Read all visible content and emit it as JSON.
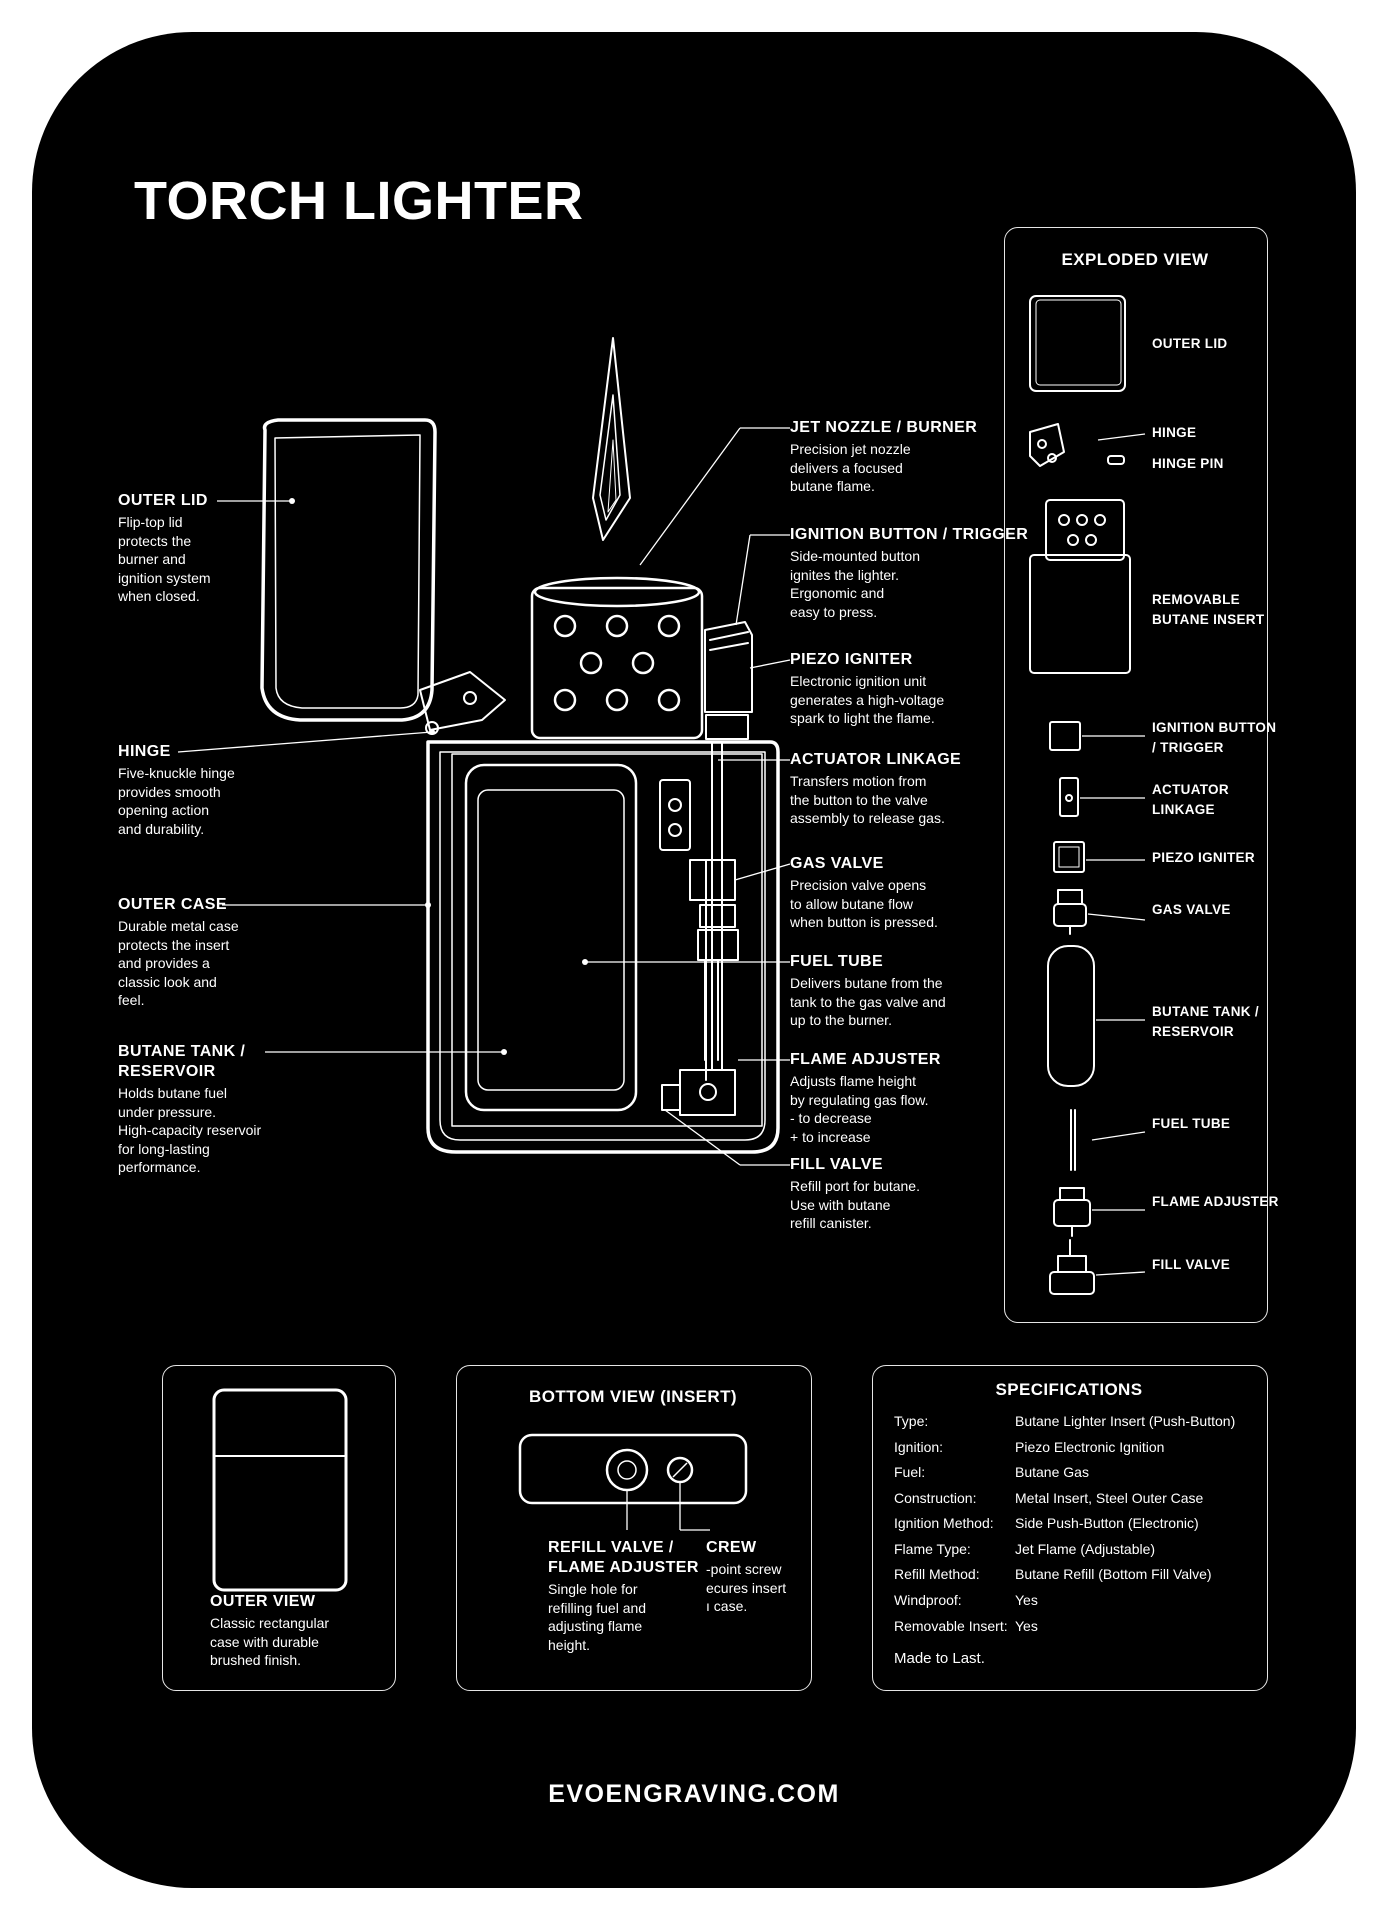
{
  "title": "TORCH LIGHTER",
  "callouts": [
    {
      "title": "OUTER LID",
      "desc": "Flip-top lid\nprotects the\nburner and\nignition system\nwhen closed."
    },
    {
      "title": "HINGE",
      "desc": "Five-knuckle hinge\nprovides smooth\nopening action\nand durability."
    },
    {
      "title": "OUTER CASE",
      "desc": "Durable metal case\nprotects the insert\nand provides a\nclassic look and\nfeel."
    },
    {
      "title": "BUTANE TANK /\nRESERVOIR",
      "desc": "Holds butane fuel\nunder pressure.\nHigh-capacity reservoir\nfor long-lasting\nperformance."
    },
    {
      "title": "JET NOZZLE / BURNER",
      "desc": "Precision jet nozzle\ndelivers a focused\nbutane flame."
    },
    {
      "title": "IGNITION BUTTON / TRIGGER",
      "desc": "Side-mounted button\nignites the lighter.\nErgonomic and\neasy to press."
    },
    {
      "title": "PIEZO IGNITER",
      "desc": "Electronic ignition unit\ngenerates a high-voltage\nspark to light the flame."
    },
    {
      "title": "ACTUATOR LINKAGE",
      "desc": "Transfers motion from\nthe button to the valve\nassembly to release gas."
    },
    {
      "title": "GAS VALVE",
      "desc": "Precision valve opens\nto allow butane flow\nwhen button is pressed."
    },
    {
      "title": "FUEL TUBE",
      "desc": "Delivers butane from the\ntank to the gas valve and\nup to the burner."
    },
    {
      "title": "FLAME ADJUSTER",
      "desc": "Adjusts flame height\nby regulating gas flow.\n- to decrease\n+ to increase"
    },
    {
      "title": "FILL VALVE",
      "desc": "Refill port for butane.\nUse with butane\nrefill canister."
    }
  ],
  "exploded_view": {
    "heading": "EXPLODED VIEW",
    "items": [
      "OUTER LID",
      "HINGE",
      "HINGE PIN",
      "REMOVABLE\nBUTANE INSERT",
      "IGNITION BUTTON\n/ TRIGGER",
      "ACTUATOR\nLINKAGE",
      "PIEZO IGNITER",
      "GAS VALVE",
      "BUTANE TANK /\nRESERVOIR",
      "FUEL TUBE",
      "FLAME ADJUSTER",
      "FILL VALVE"
    ]
  },
  "outer_view": {
    "title": "OUTER VIEW",
    "desc": "Classic rectangular\ncase with durable\nbrushed finish."
  },
  "bottom_view": {
    "heading": "BOTTOM VIEW (INSERT)",
    "refill_title": "REFILL VALVE /\nFLAME ADJUSTER",
    "refill_desc": "Single hole for\nrefilling fuel and\nadjusting flame\nheight.",
    "screw_title": "CREW",
    "screw_desc": "-point screw\necures insert\nı case."
  },
  "specifications": {
    "heading": "SPECIFICATIONS",
    "rows": [
      {
        "key": "Type:",
        "value": "Butane Lighter Insert (Push-Button)"
      },
      {
        "key": "Ignition:",
        "value": "Piezo Electronic Ignition"
      },
      {
        "key": "Fuel:",
        "value": "Butane Gas"
      },
      {
        "key": "Construction:",
        "value": "Metal Insert, Steel Outer Case"
      },
      {
        "key": "Ignition Method:",
        "value": "Side Push-Button (Electronic)"
      },
      {
        "key": "Flame Type:",
        "value": "Jet Flame (Adjustable)"
      },
      {
        "key": "Refill Method:",
        "value": "Butane Refill (Bottom Fill Valve)"
      },
      {
        "key": "Windproof:",
        "value": "Yes"
      },
      {
        "key": "Removable Insert:",
        "value": "Yes"
      }
    ],
    "footer": "Made to Last."
  },
  "footer": "EVOENGRAVING.COM",
  "colors": {
    "background": "#000000",
    "ink": "#ffffff",
    "page": "#ffffff"
  }
}
